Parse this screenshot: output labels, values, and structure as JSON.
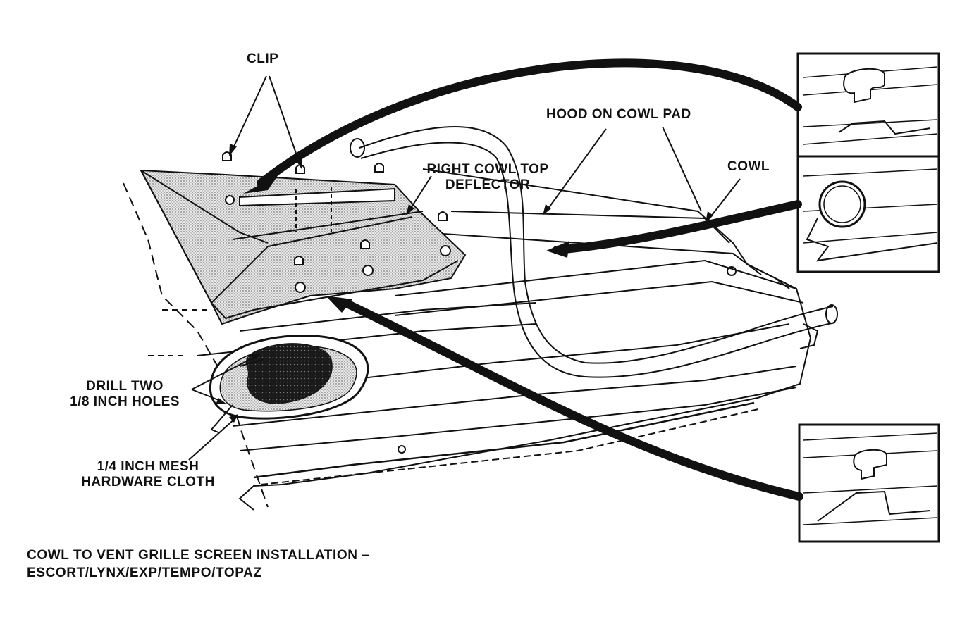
{
  "labels": {
    "clip": "CLIP",
    "hood_on_cowl_pad": "HOOD ON COWL PAD",
    "right_cowl_top_line1": "RIGHT COWL TOP",
    "right_cowl_top_line2": "DEFLECTOR",
    "cowl": "COWL",
    "drill_line1": "DRILL TWO",
    "drill_line2": "1/8 INCH HOLES",
    "mesh_line1": "1/4 INCH MESH",
    "mesh_line2": "HARDWARE CLOTH"
  },
  "caption": {
    "line1": "COWL TO VENT GRILLE SCREEN INSTALLATION –",
    "line2": "ESCORT/LYNX/EXP/TEMPO/TOPAZ"
  },
  "colors": {
    "ink": "#111111",
    "shade": "#bdbdbd",
    "mesh": "#2a2a2a",
    "paper": "#ffffff"
  }
}
